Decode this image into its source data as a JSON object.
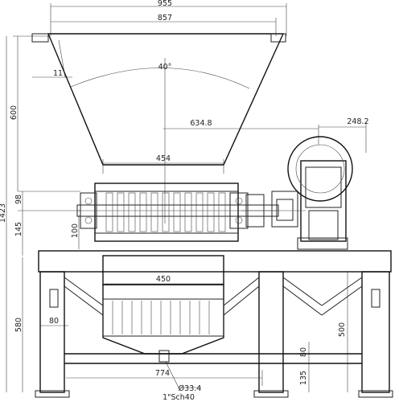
{
  "dimensions": {
    "top_width": "955",
    "hopper_width": "857",
    "hopper_angle": "40°",
    "flange": "11",
    "hopper_height": "600",
    "total_height": "1423",
    "motor_offset": "634.8",
    "motor_size": "248.2",
    "chamber_width": "454",
    "shaft_center": "98",
    "chamber_height": "145",
    "shaft_depth": "100",
    "bottom_width": "450",
    "frame_height": "580",
    "leg_width": "80",
    "support_height": "500",
    "brace_height": "80",
    "foot_height": "135",
    "base_span": "774",
    "pipe_diameter": "Ø33.4",
    "pipe_schedule": "1\"Sch40"
  }
}
